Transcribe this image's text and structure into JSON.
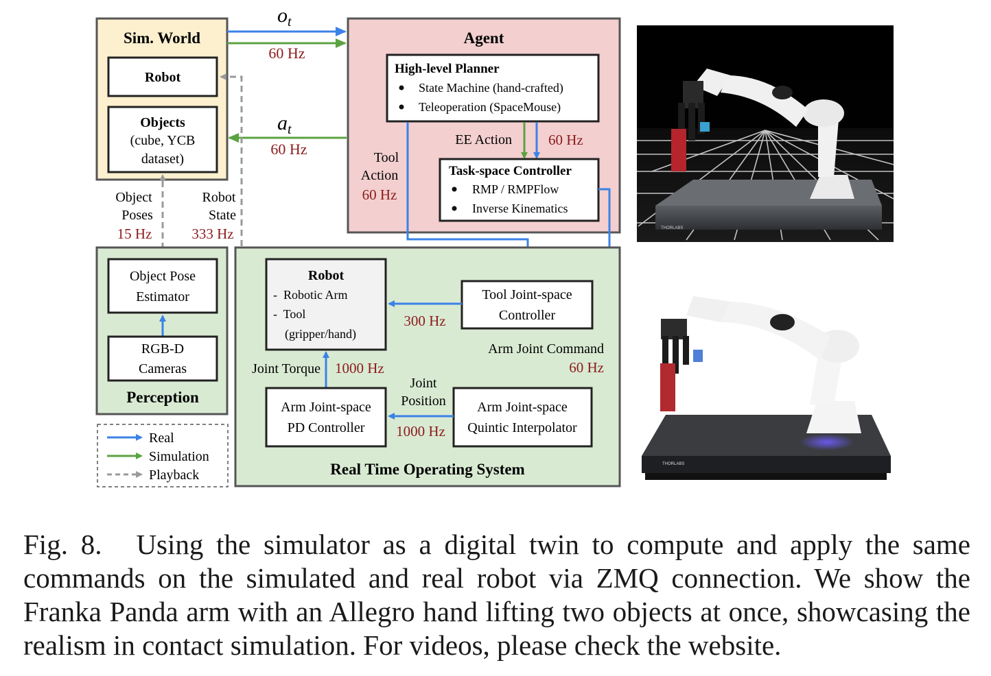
{
  "diagram": {
    "sim_world": {
      "title": "Sim. World",
      "robot": "Robot",
      "objects_lines": [
        "Objects",
        "(cube, YCB",
        "dataset)"
      ]
    },
    "obs_arrow": {
      "symbol": "o",
      "sub": "t",
      "rate": "60 Hz"
    },
    "action_arrow": {
      "symbol": "a",
      "sub": "t",
      "rate": "60 Hz"
    },
    "agent": {
      "title": "Agent",
      "planner": {
        "title": "High-level Planner",
        "items": [
          "State Machine (hand-crafted)",
          "Teleoperation (SpaceMouse)"
        ]
      },
      "ee_action": "EE Action",
      "ee_rate": "60 Hz",
      "tool_action_lines": [
        "Tool",
        "Action"
      ],
      "tool_action_rate": "60 Hz",
      "controller": {
        "title": "Task-space Controller",
        "items": [
          "RMP / RMPFlow",
          "Inverse Kinematics"
        ]
      }
    },
    "object_poses": {
      "lines": [
        "Object",
        "Poses"
      ],
      "rate": "15 Hz"
    },
    "robot_state": {
      "lines": [
        "Robot",
        "State"
      ],
      "rate": "333 Hz"
    },
    "perception": {
      "title": "Perception",
      "estimator_lines": [
        "Object Pose",
        "Estimator"
      ],
      "cameras_lines": [
        "RGB-D",
        "Cameras"
      ]
    },
    "rtos": {
      "title": "Real Time Operating System",
      "robot": {
        "title": "Robot",
        "items": [
          "-  Robotic Arm",
          "-  Tool",
          "(gripper/hand)"
        ]
      },
      "tool_controller_lines": [
        "Tool Joint-space",
        "Controller"
      ],
      "tool_rate": "300 Hz",
      "arm_joint_command": "Arm Joint Command",
      "arm_joint_command_rate": "60 Hz",
      "joint_torque": "Joint Torque",
      "joint_torque_rate": "1000 Hz",
      "joint_position_lines": [
        "Joint",
        "Position"
      ],
      "joint_position_rate": "1000 Hz",
      "pd_controller_lines": [
        "Arm Joint-space",
        "PD Controller"
      ],
      "interpolator_lines": [
        "Arm Joint-space",
        "Quintic Interpolator"
      ]
    },
    "legend": [
      {
        "label": "Real",
        "color": "#3b82e6"
      },
      {
        "label": "Simulation",
        "color": "#5ba342"
      },
      {
        "label": "Playback",
        "color": "#9a9a9a"
      }
    ],
    "colors": {
      "sim_world_fill": "#fdf0cf",
      "agent_fill": "#f3cfcf",
      "green_fill": "#d9ead3",
      "robot_box_fill": "#f2f2f2",
      "hz_text": "#8b1a1a"
    }
  },
  "photos": {
    "top": {
      "logo_text": "THORLABS"
    },
    "bottom": {
      "logo_text": "THORLABS"
    }
  },
  "caption": {
    "figure_label": "Fig. 8.",
    "text": "Using the simulator as a digital twin to compute and apply the same commands on the simulated and real robot via ZMQ connection. We show the Franka Panda arm with an Allegro hand lifting two objects at once, showcasing the realism in contact simulation. For videos, please check the website."
  }
}
